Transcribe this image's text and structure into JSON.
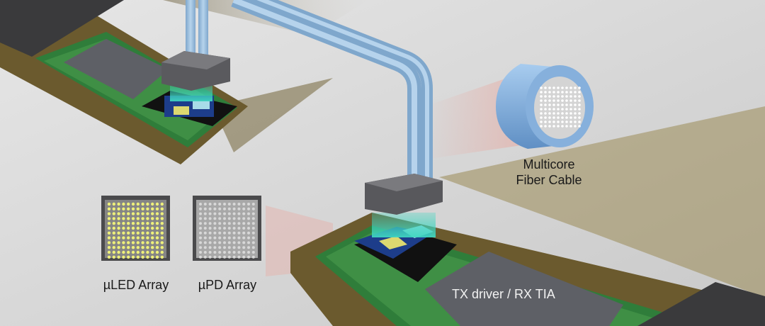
{
  "labels": {
    "fiber_line1": "Multicore",
    "fiber_line2": "Fiber Cable",
    "uled": "µLED Array",
    "upd": "µPD Array",
    "chip": "TX driver / RX TIA"
  },
  "colors": {
    "background": "#dcdcdc",
    "board": "#6b5a2e",
    "pcb": "#2f7d3a",
    "fiber": "#8fb6d8",
    "led": "#e8e86a",
    "pd": "#cfcfcf",
    "glow": "#3fd6c0"
  }
}
